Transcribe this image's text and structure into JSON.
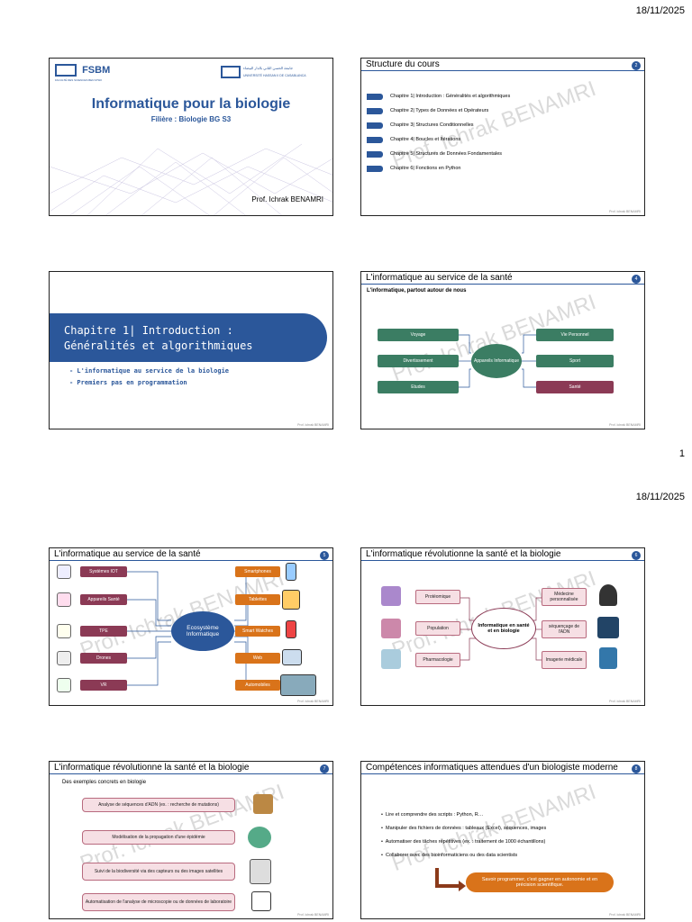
{
  "header_date": "18/11/2025",
  "page_number": "1",
  "slide1": {
    "fsbm": "FSBM",
    "fsbm_sub": "FACULTÉ DES SCIENCES BEN M'SIK",
    "univ_ar": "جامعة الحسن الثاني بالدار البيضاء",
    "univ_fr": "UNIVERSITÉ HASSAN II DE CASABLANCA",
    "title": "Informatique pour la biologie",
    "subtitle": "Filière : Biologie BG S3",
    "author": "Prof. Ichrak BENAMRI"
  },
  "slide2": {
    "title": "Structure du cours",
    "num": "2",
    "items": [
      "Chapitre 1| Introduction : Généralités et algorithmiques",
      "Chapitre 2|  Types de Données et Opérateurs",
      "Chapitre 3| Structures Conditionnelles",
      "Chapitre 4| Boucles et Itérations",
      "Chapitre 5| Structures de Données Fondamentales",
      "Chapitre 6| Fonctions en Python"
    ]
  },
  "watermark": "Prof. Ichrak BENAMRI",
  "footer": "Prof. Ichrak BENAMRI",
  "slide3": {
    "title_line1": "Chapitre 1| Introduction :",
    "title_line2": "Généralités et algorithmiques",
    "bullets": [
      "- L'informatique au service de la biologie",
      "- Premiers pas en programmation"
    ]
  },
  "slide4": {
    "title": "L'informatique au service de la santé",
    "num": "4",
    "subtitle": "L'informatique, partout autour de nous",
    "center": "Appareils Informatique",
    "left": [
      "Voyage",
      "Divertissement",
      "Etudes"
    ],
    "right": [
      "Vie Personnel",
      "Sport",
      "Santé"
    ]
  },
  "slide5": {
    "title": "L'informatique au service de la santé",
    "num": "5",
    "center": "Ecosystème Informatique",
    "left": [
      "Systèmes IOT",
      "Appareils Santé",
      "TPE",
      "Drones",
      "VR"
    ],
    "right": [
      "Smartphones",
      "Tablettes",
      "Smart Watches",
      "Web",
      "Automobiles"
    ]
  },
  "slide6": {
    "title": "L'informatique révolutionne la santé et la biologie",
    "num": "6",
    "center": "Informatique en santé et en biologie",
    "left": [
      "Protéomique",
      "Population",
      "Pharmacologie"
    ],
    "right": [
      "Médecine personnalisée",
      "séquençage de l'ADN",
      "Imagerie médicale"
    ]
  },
  "slide7": {
    "title": "L'informatique révolutionne la santé et la biologie",
    "num": "7",
    "subtitle": "Des exemples concrets en biologie",
    "items": [
      "Analyse de séquences d'ADN (ex. : recherche de mutations)",
      "Modélisation de la propagation d'une épidémie",
      "Suivi de la biodiversité via des capteurs ou des images satellites",
      "Automatisation de l'analyse de microscopie ou de données de laboratoire"
    ]
  },
  "slide8": {
    "title": "Compétences informatiques attendues d'un biologiste moderne",
    "num": "8",
    "bullets": [
      "Lire et comprendre des scripts : Python, R…",
      "Manipuler des fichiers de données : tableaux (Excel), séquences, images",
      "Automatiser des tâches répétitives (ex. : traitement de 1000 échantillons)",
      "Collaborer avec des bioinformaticiens ou des data scientists"
    ],
    "callout": "Savoir programmer, c'est gagner en autonomie et en précision scientifique."
  }
}
